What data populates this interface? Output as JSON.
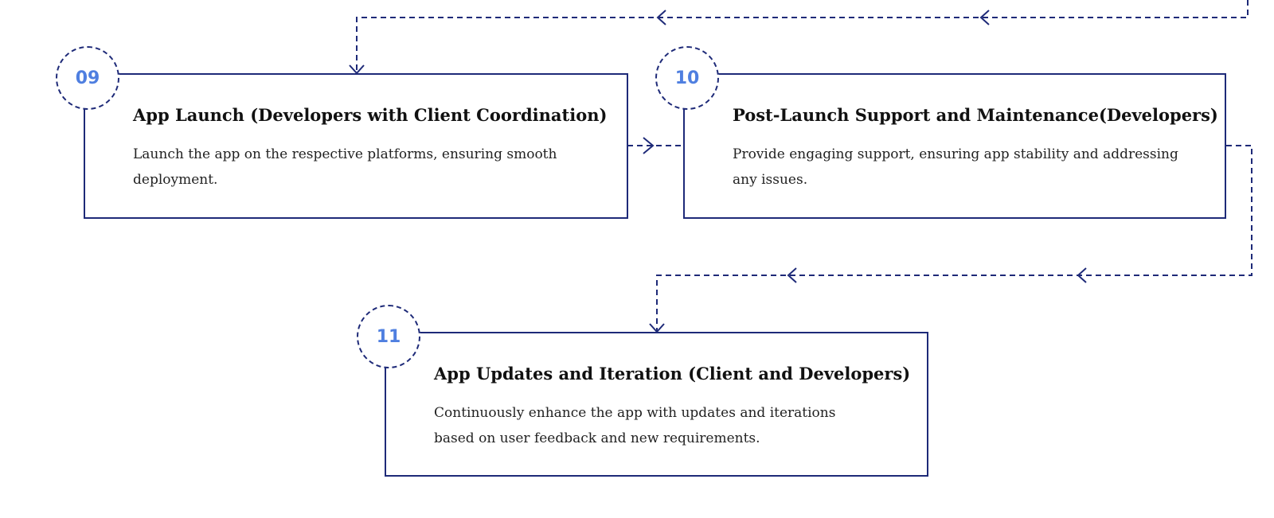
{
  "colors": {
    "border": "#1e2a78",
    "number": "#4f7fe0",
    "title": "#111111",
    "text": "#222222"
  },
  "steps": [
    {
      "number": "09",
      "title": "App Launch (Developers with Client Coordination)",
      "description": "Launch the app on the respective platforms, ensuring smooth deployment."
    },
    {
      "number": "10",
      "title": "Post-Launch Support and Maintenance(Developers)",
      "description": "Provide engaging support, ensuring app stability and addressing any issues."
    },
    {
      "number": "11",
      "title": "App Updates and Iteration (Client and Developers)",
      "description": "Continuously enhance the app with updates and iterations based on user feedback and new requirements."
    }
  ]
}
